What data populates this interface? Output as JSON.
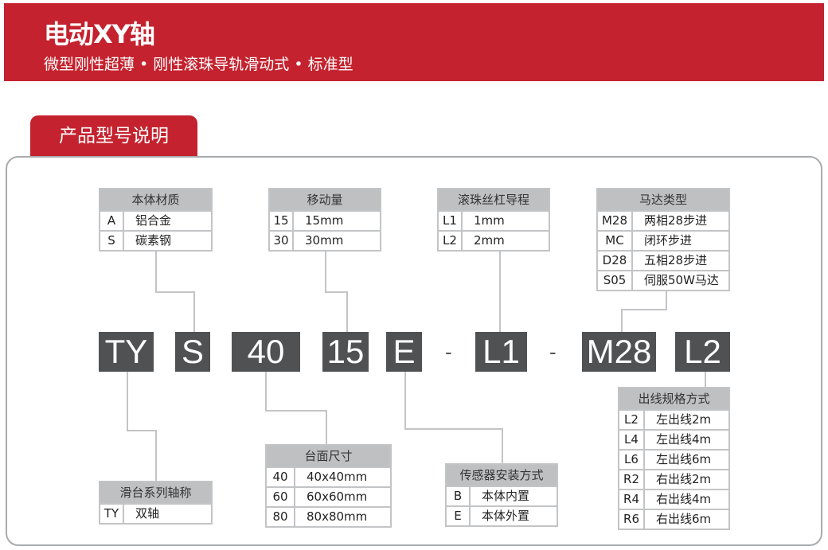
{
  "header": {
    "title": "电动XY轴",
    "subtitle": "微型刚性超薄 • 刚性滚珠导轨滑动式 • 标准型"
  },
  "section_tab": "产品型号说明",
  "model_codes": [
    "TY",
    "S",
    "40",
    "15",
    "E",
    "-",
    "L1",
    "-",
    "M28",
    "L2"
  ],
  "tables": [
    {
      "id": "material",
      "title": "本体材质",
      "rows": [
        [
          "A",
          "铝合金"
        ],
        [
          "S",
          "碳素钢"
        ]
      ]
    },
    {
      "id": "stroke",
      "title": "移动量",
      "rows": [
        [
          "15",
          "15mm"
        ],
        [
          "30",
          "30mm"
        ]
      ]
    },
    {
      "id": "lead",
      "title": "滚珠丝杠导程",
      "rows": [
        [
          "L1",
          "1mm"
        ],
        [
          "L2",
          "2mm"
        ]
      ]
    },
    {
      "id": "motor",
      "title": "马达类型",
      "rows": [
        [
          "M28",
          "两相28步进"
        ],
        [
          "MC",
          "闭环步进"
        ],
        [
          "D28",
          "五相28步进"
        ],
        [
          "S05",
          "伺服50W马达"
        ]
      ]
    },
    {
      "id": "cable",
      "title": "出线规格方式",
      "rows": [
        [
          "L2",
          "左出线2m"
        ],
        [
          "L4",
          "左出线4m"
        ],
        [
          "L6",
          "左出线6m"
        ],
        [
          "R2",
          "右出线2m"
        ],
        [
          "R4",
          "右出线4m"
        ],
        [
          "R6",
          "右出线6m"
        ]
      ]
    },
    {
      "id": "table-size",
      "title": "台面尺寸",
      "rows": [
        [
          "40",
          "40x40mm"
        ],
        [
          "60",
          "60x60mm"
        ],
        [
          "80",
          "80x80mm"
        ]
      ]
    },
    {
      "id": "sensor",
      "title": "传感器安装方式",
      "rows": [
        [
          "B",
          "本体内置"
        ],
        [
          "E",
          "本体外置"
        ]
      ]
    },
    {
      "id": "series",
      "title": "滑台系列轴称",
      "rows": [
        [
          "TY",
          "双轴"
        ]
      ]
    }
  ]
}
